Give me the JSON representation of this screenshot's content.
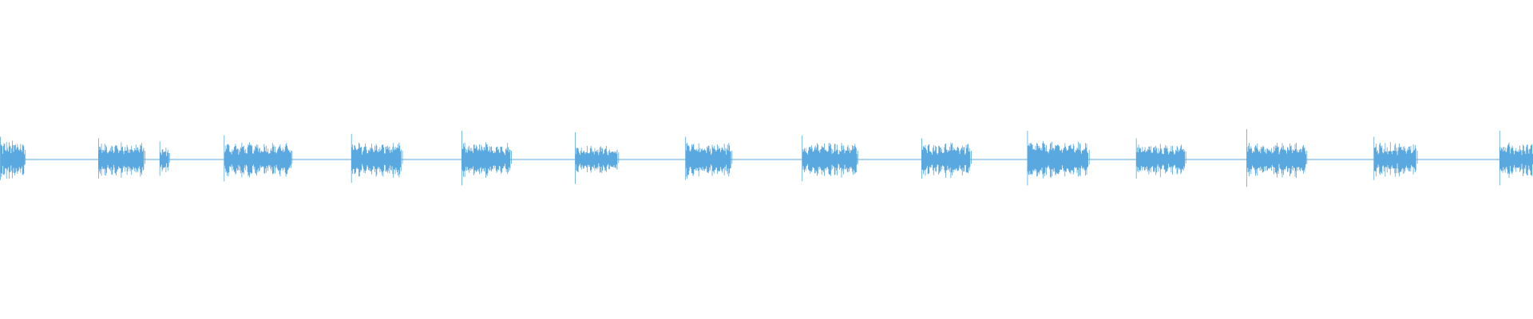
{
  "waveform": {
    "color": "#5aa8e0",
    "background": "#ffffff",
    "timeline_fraction_range": [
      0,
      1
    ],
    "bursts": [
      {
        "start": 0.0,
        "end": 0.016,
        "amplitude": 0.6,
        "lead_spike": 0.75
      },
      {
        "start": 0.064,
        "end": 0.094,
        "amplitude": 0.55,
        "lead_spike": 0.7
      },
      {
        "start": 0.104,
        "end": 0.11,
        "amplitude": 0.4,
        "lead_spike": 0.6
      },
      {
        "start": 0.146,
        "end": 0.19,
        "amplitude": 0.55,
        "lead_spike": 0.8
      },
      {
        "start": 0.229,
        "end": 0.262,
        "amplitude": 0.55,
        "lead_spike": 0.85
      },
      {
        "start": 0.301,
        "end": 0.333,
        "amplitude": 0.55,
        "lead_spike": 0.95
      },
      {
        "start": 0.375,
        "end": 0.403,
        "amplitude": 0.45,
        "lead_spike": 0.9
      },
      {
        "start": 0.447,
        "end": 0.477,
        "amplitude": 0.55,
        "lead_spike": 0.75
      },
      {
        "start": 0.523,
        "end": 0.559,
        "amplitude": 0.55,
        "lead_spike": 0.8
      },
      {
        "start": 0.601,
        "end": 0.633,
        "amplitude": 0.55,
        "lead_spike": 0.7
      },
      {
        "start": 0.67,
        "end": 0.71,
        "amplitude": 0.6,
        "lead_spike": 0.95
      },
      {
        "start": 0.741,
        "end": 0.773,
        "amplitude": 0.5,
        "lead_spike": 0.7
      },
      {
        "start": 0.813,
        "end": 0.852,
        "amplitude": 0.55,
        "lead_spike": 1.0
      },
      {
        "start": 0.896,
        "end": 0.924,
        "amplitude": 0.55,
        "lead_spike": 0.75
      },
      {
        "start": 0.978,
        "end": 1.0,
        "amplitude": 0.55,
        "lead_spike": 0.95
      }
    ]
  }
}
